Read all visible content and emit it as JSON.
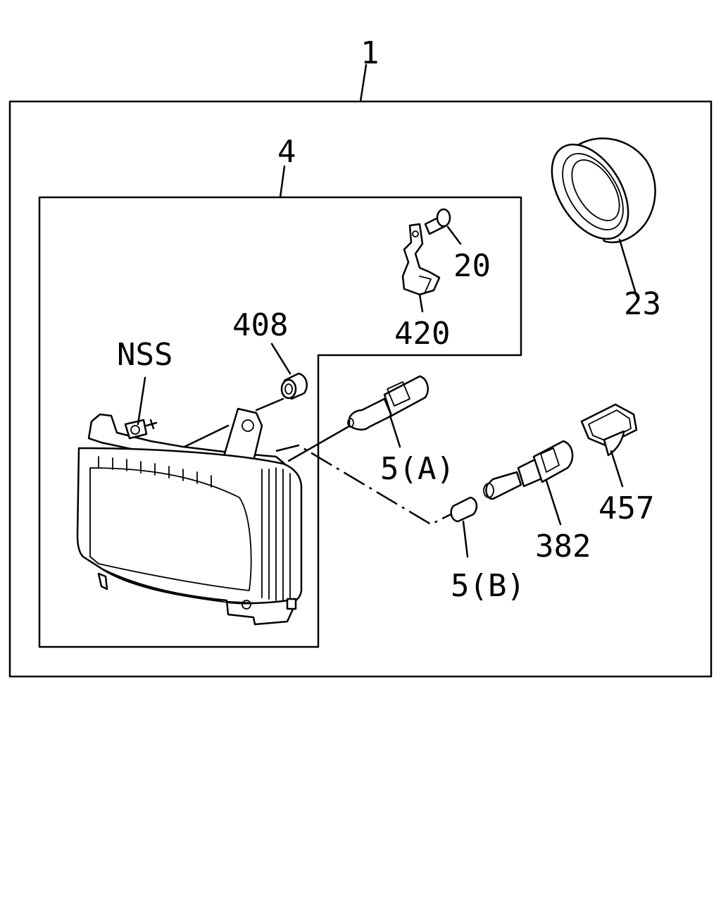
{
  "diagram": {
    "labels": {
      "assembly": "1",
      "lamp_unit": "4",
      "screw": "20",
      "bracket": "420",
      "ring": "23",
      "grommet": "408",
      "nss": "NSS",
      "bulb_a": "5(A)",
      "bulb_b": "5(B)",
      "socket": "382",
      "connector": "457"
    }
  }
}
